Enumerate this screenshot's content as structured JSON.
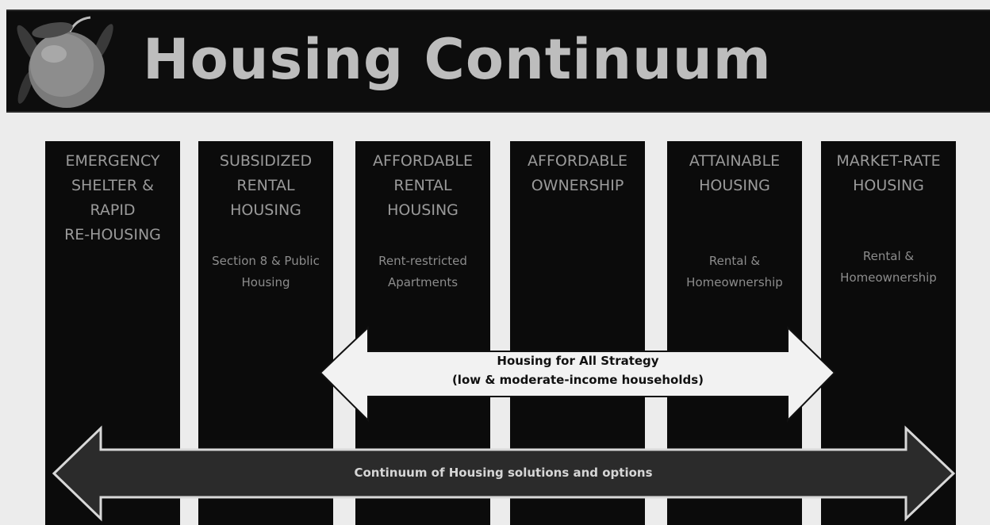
{
  "header": {
    "title": "Housing Continuum",
    "logo_icon": "orange-fruit-icon"
  },
  "columns": [
    {
      "head": "EMERGENCY\nSHELTER &\nRAPID\nRE-HOUSING",
      "sub": ""
    },
    {
      "head": "SUBSIDIZED\nRENTAL\nHOUSING",
      "sub": "Section 8 & Public\nHousing"
    },
    {
      "head": "AFFORDABLE\nRENTAL\nHOUSING",
      "sub": "Rent-restricted\nApartments"
    },
    {
      "head": "AFFORDABLE\nOWNERSHIP",
      "sub": ""
    },
    {
      "head": "ATTAINABLE\nHOUSING",
      "sub": "Rental &\nHomeownership"
    },
    {
      "head": "MARKET-RATE\nHOUSING",
      "sub": "Rental &\nHomeownership"
    }
  ],
  "arrows": {
    "strategy": "Housing for All Strategy\n(low & moderate-income households)",
    "continuum": "Continuum of Housing solutions and options"
  },
  "colors": {
    "banner": "#0d0d0d",
    "title": "#bdbdbd",
    "column": "#0b0b0b",
    "background": "#ececec",
    "strategy_arrow_fill": "#f2f2f2",
    "continuum_arrow_fill": "#2b2b2b"
  }
}
